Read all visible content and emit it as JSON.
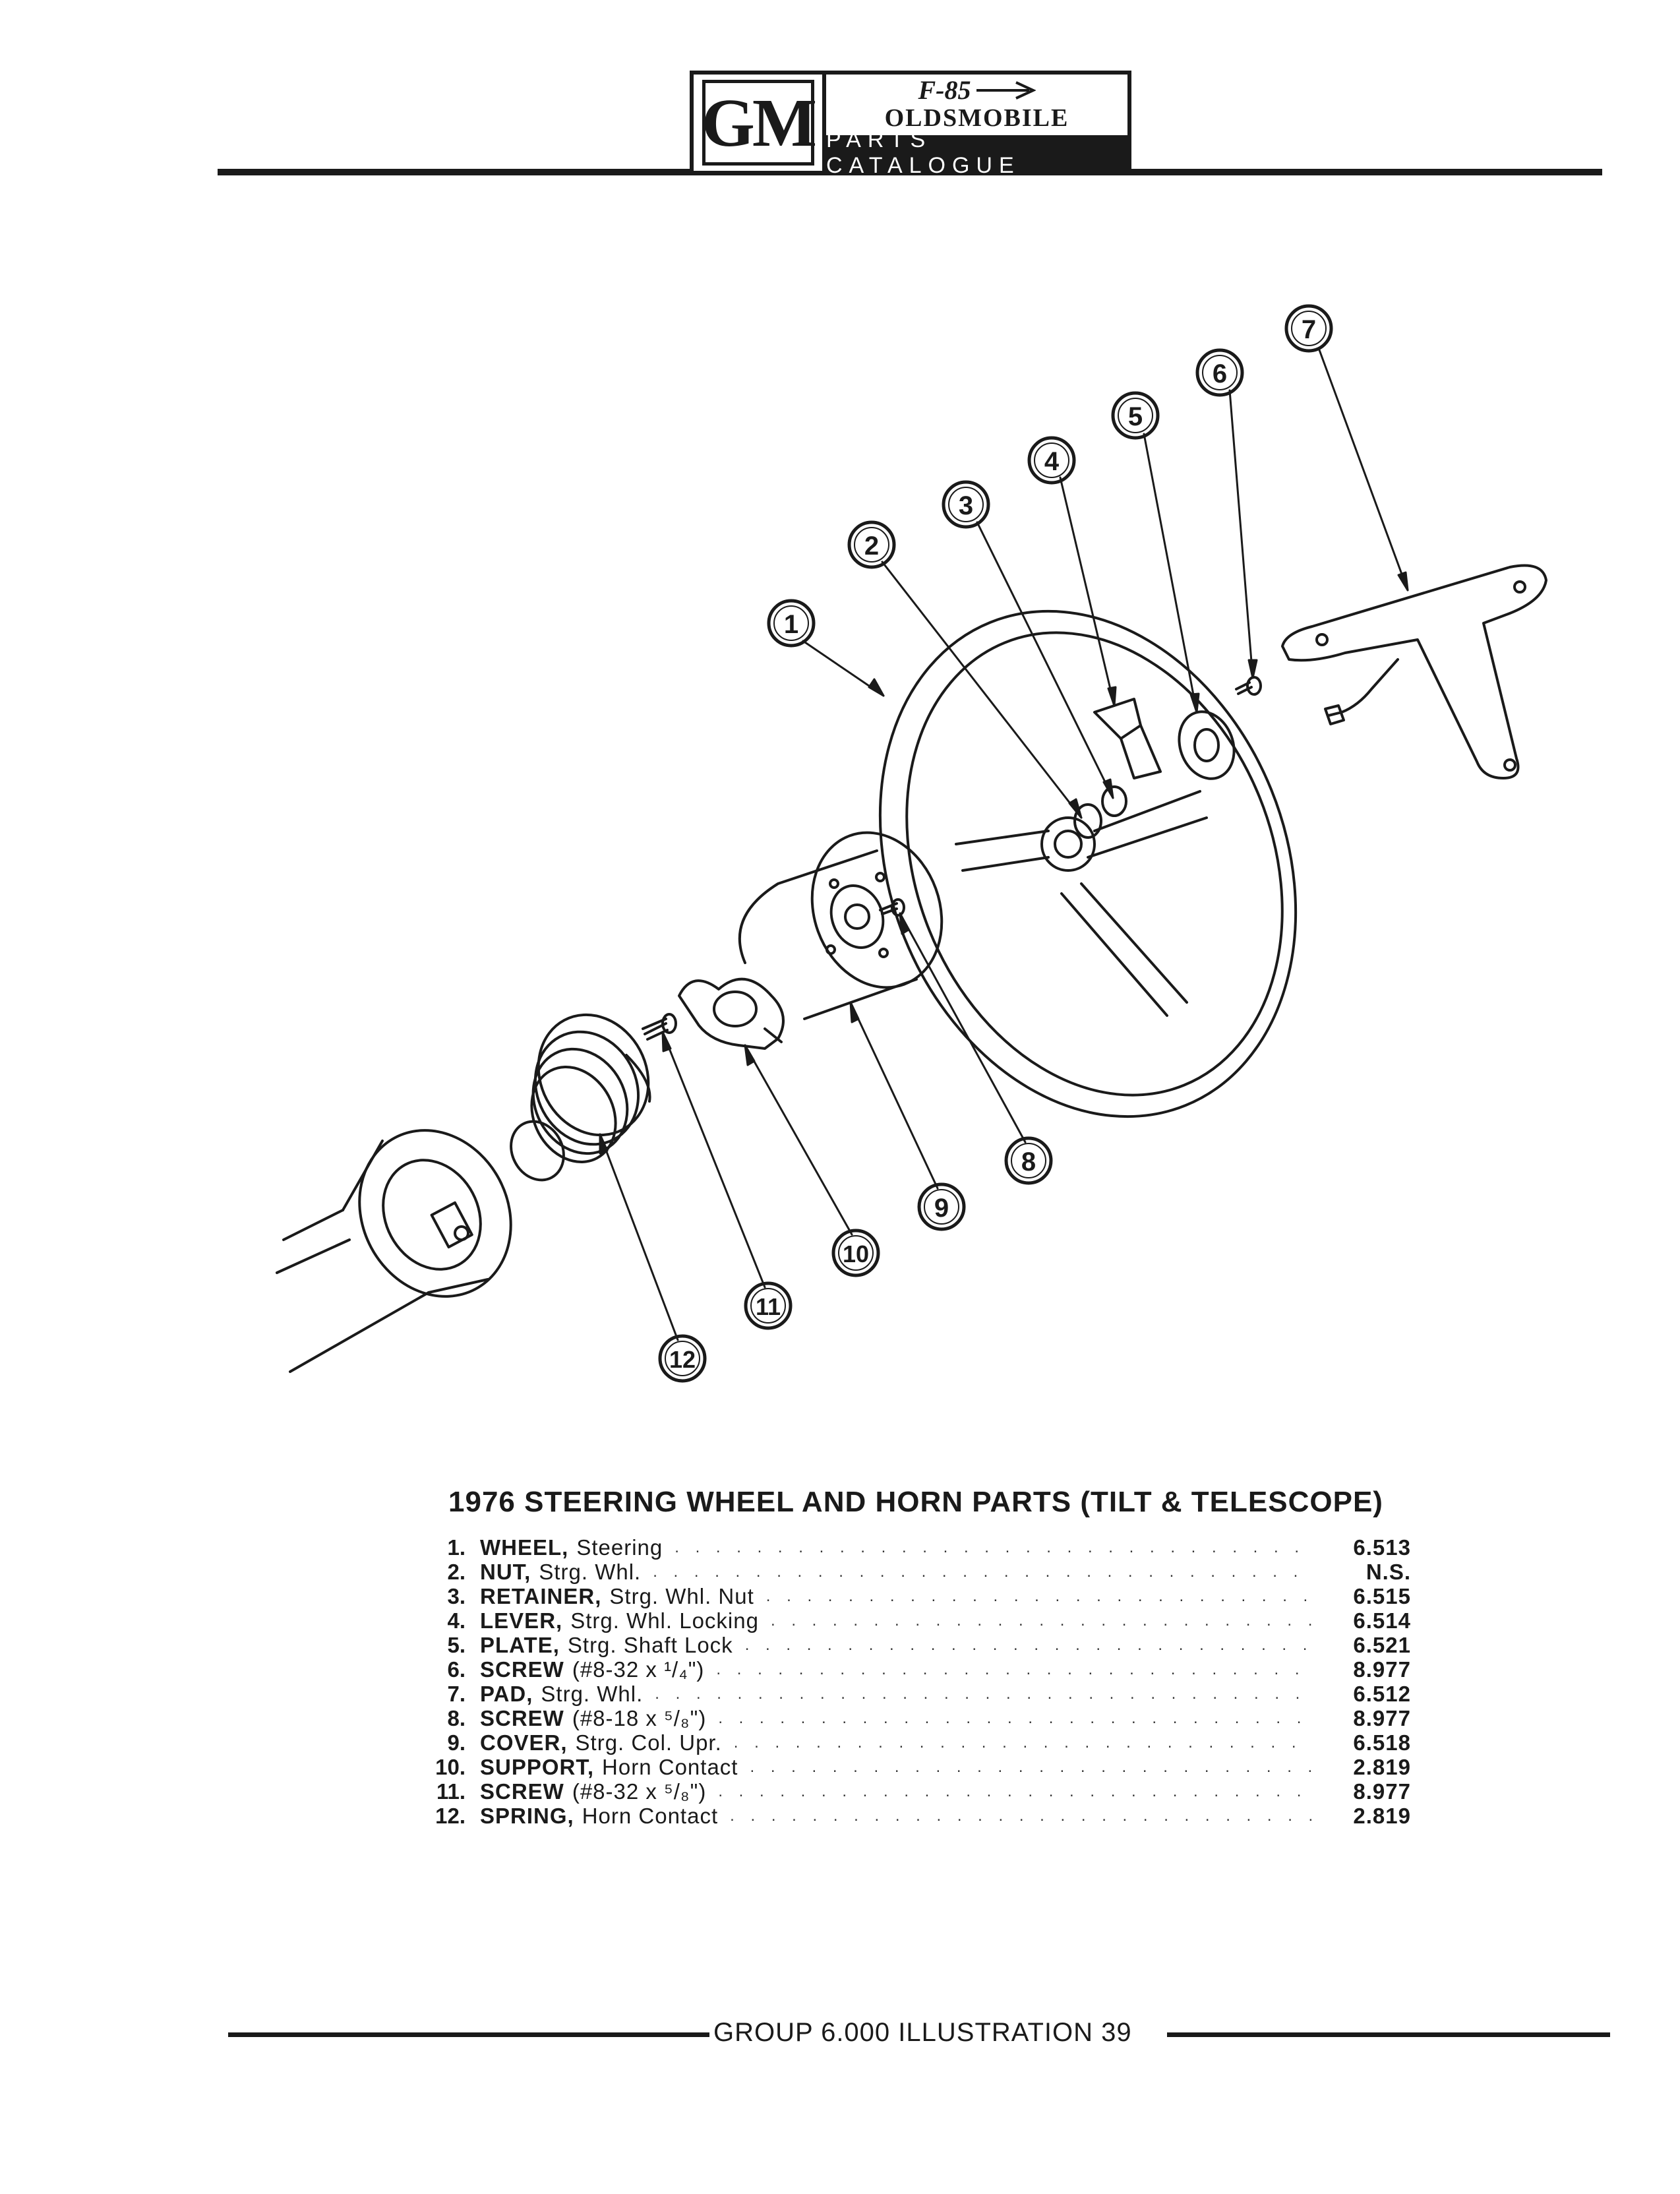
{
  "header": {
    "logo": "GM",
    "model": "F-85",
    "make": "OLDSMOBILE",
    "catalogue": "PARTS CATALOGUE"
  },
  "diagram": {
    "callouts": [
      "1",
      "2",
      "3",
      "4",
      "5",
      "6",
      "7",
      "8",
      "9",
      "10",
      "11",
      "12"
    ]
  },
  "parts_list": {
    "title": "1976 STEERING WHEEL AND HORN PARTS (TILT & TELESCOPE)",
    "items": [
      {
        "num": "1.",
        "name": "WHEEL,",
        "desc": "Steering",
        "code": "6.513"
      },
      {
        "num": "2.",
        "name": "NUT,",
        "desc": "Strg. Whl.",
        "code": "N.S."
      },
      {
        "num": "3.",
        "name": "RETAINER,",
        "desc": "Strg. Whl. Nut",
        "code": "6.515"
      },
      {
        "num": "4.",
        "name": "LEVER,",
        "desc": "Strg. Whl. Locking",
        "code": "6.514"
      },
      {
        "num": "5.",
        "name": "PLATE,",
        "desc": "Strg. Shaft Lock",
        "code": "6.521"
      },
      {
        "num": "6.",
        "name": "SCREW",
        "desc": "(#8-32 x ¹/₄\")",
        "code": "8.977"
      },
      {
        "num": "7.",
        "name": "PAD,",
        "desc": "Strg. Whl.",
        "code": "6.512"
      },
      {
        "num": "8.",
        "name": "SCREW",
        "desc": "(#8-18 x ⁵/₈\")",
        "code": "8.977"
      },
      {
        "num": "9.",
        "name": "COVER,",
        "desc": "Strg. Col. Upr.",
        "code": "6.518"
      },
      {
        "num": "10.",
        "name": "SUPPORT,",
        "desc": "Horn Contact",
        "code": "2.819"
      },
      {
        "num": "11.",
        "name": "SCREW",
        "desc": "(#8-32 x ⁵/₈\")",
        "code": "8.977"
      },
      {
        "num": "12.",
        "name": "SPRING,",
        "desc": "Horn Contact",
        "code": "2.819"
      }
    ]
  },
  "footer": {
    "text": "GROUP 6.000 ILLUSTRATION 39"
  }
}
